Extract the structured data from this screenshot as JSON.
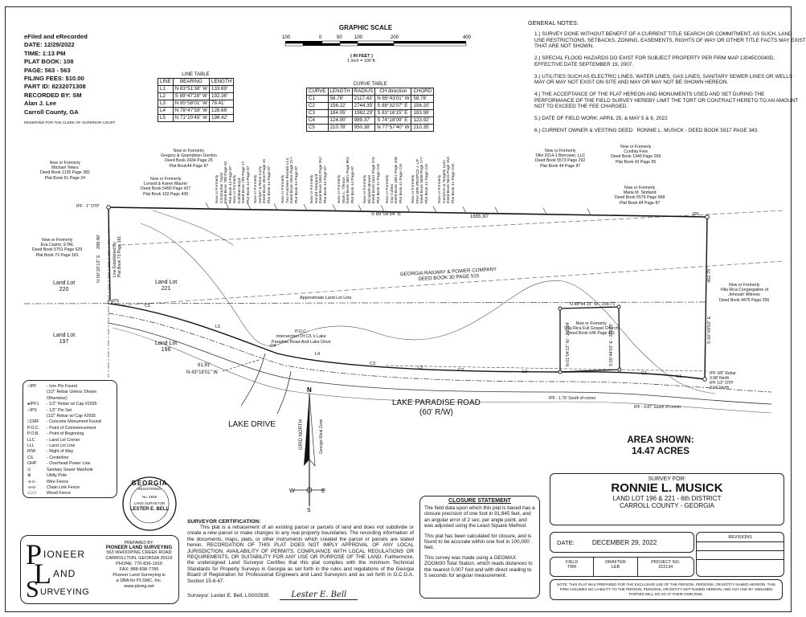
{
  "recording": {
    "lines": [
      "eFiled and eRecorded",
      "DATE: 12/29/2022",
      "TIME: 1:13 PM",
      "PLAT BOOK: 108",
      "PAGE: 563 - 563",
      "FILING FEES: $10.00",
      "PART ID: 8232071308",
      "RECORDED BY: SM",
      "Alan J. Lee",
      "Carroll County, GA"
    ],
    "reserved": "RESERVED FOR THE CLERK OF SUPERIOR COURT"
  },
  "graphic_scale": {
    "title": "GRAPHIC SCALE",
    "ticks": [
      "100",
      "0",
      "50",
      "100",
      "200",
      "400"
    ],
    "unit": "( IN FEET )",
    "ratio": "1 inch = 100 ft."
  },
  "line_table": {
    "title": "LINE TABLE",
    "headers": [
      "LINE",
      "BEARING",
      "LENGTH"
    ],
    "rows": [
      [
        "L1",
        "N 83°51'38\" W",
        "133.69'"
      ],
      [
        "L2",
        "S 89°47'28\" W",
        "192.36'"
      ],
      [
        "L3",
        "N 85°58'01\" W",
        "78.41'"
      ],
      [
        "L4",
        "N 78°47'59\" W",
        "128.66'"
      ],
      [
        "L5",
        "N 71°20'45\" W",
        "198.42'"
      ]
    ]
  },
  "curve_table": {
    "title": "CURVE TABLE",
    "headers": [
      "CURVE",
      "LENGTH",
      "RADIUS",
      "CH direction",
      "CHORD"
    ],
    "rows": [
      [
        "C1",
        "58.76'",
        "2117.43'",
        "N 85°43'01\" W",
        "58.76'"
      ],
      [
        "C2",
        "156.22'",
        "2744.35'",
        "S 88°32'07\" E",
        "156.20'"
      ],
      [
        "C3",
        "184.05'",
        "1982.29'",
        "S 83°16'15\" E",
        "183.98'"
      ],
      [
        "C4",
        "124.00'",
        "989.37'",
        "S 74°18'09\" E",
        "123.92'"
      ],
      [
        "C5",
        "210.78'",
        "950.38'",
        "N 77°57'40\" W",
        "210.35'"
      ]
    ]
  },
  "general_notes": {
    "title": "GENERAL NOTES:",
    "items": [
      "1.) SURVEY DONE WITHOUT BENEFIT OF A CURRENT TITLE SEARCH OR COMMITMENT. AS SUCH, LAND\nUSE RESTRICTIONS, SETBACKS, ZONING, EASEMENTS, RIGHTS OF WAY OR OTHER TITLE FACTS MAY EXIST\nTHAT ARE NOT SHOWN.",
      "2.) SPECIAL FLOOD HAZARDS DO EXIST FOR SUBJECT PROPERTY PER FIRM MAP 13045C0040D,\nEFFECTIVE DATE SEPTEMBER 19, 2007.",
      "3.) UTILITIES SUCH AS ELECTRIC LINES, WATER LINES, GAS LINES, SANITARY SEWER LINES OR WELLS\nMAY OR MAY NOT EXIST ON SITE AND MAY OR MAY NOT BE SHOWN HEREON.",
      "4.) THE ACCEPTANCE OF THE PLAT HEREON AND MONUMENTS USED AND SET DURING THE\nPERFORMANCE OF THE FIELD SURVEY HEREBY LIMIT THE TORT OR CONTRACT HERETO TO AN AMOUNT\nNOT TO EXCEED THE FEE CHARGED.",
      "5.) DATE OF FIELD WORK: APRIL 25, & MAY 5 & 6, 2022",
      "6.) CURRENT OWNER & VESTING DEED:  RONNIE L. MUSICK - DEED BOOK 5917 PAGE 343."
    ]
  },
  "owners": {
    "teters": "Now or Formerly\nMichael Teters\nDeed Book 1135 Page 382\nPlat Book 61 Page 24",
    "gordon": "Now or Formerly\nGregory & Gwendolyn Gordon\nDeed Book 2434 Page 25\nPlat Book44 Page 87",
    "maurer": "Now or Formerly\nLonard & Karen Maurer\nDeed Book 5490 Page 427\nPlat Book 102 Page 439",
    "castro": "Now or Formerly\nEva Castro, ETAL\nDeed Book 5751 Page 629\nPlat Book 73 Page 181",
    "tah": "Now or Formerly\nTAH 2014-1 Borrower, LLC\nDeed Book 5573 Page 292\nPlat Book 44 Page 87",
    "free": "Now or Formerly\nCynthia Free\nDeed Book 1940 Page 259\nPlat Book 43 Page 95",
    "stotland": "Now or Formerly\nMaria M. Stotland\nDeed Book 5576 Page 968\nPlat Book 44 Page 87",
    "jehovah": "Now or Formerly\nVilla Rica Congregation of\nJehovah Witness\nDeed Book 4475 Page 256",
    "church": "Now or Formerly\nVilla Rica Full Gospel Church\nDeed Book 646 Page 411",
    "rot": [
      "Now or Formerly\nChristopher Taylor\nDeed Book 788 Page 52\nPlat Book 44 Page 87",
      "Now or Formerly\nKathleen Boyd\nDeed Book 799 Page 17\nPlat Book 44 Page 87",
      "Now or Formerly\nHerbert & Rena Carty\nDeed Book 3540 Page 19\nPlat Book 44 Page 87",
      "Now or Formerly\nTwo Fourteen Rentals LLC\nDeed Book 2004 Page 217\nPlat Book 44 Page 87",
      "Now or Formerly\nHarold Sheppard\nDeed Book 5384 Page 252\nPlat Book 44 Page 87",
      "Now or Formerly\nMark L. Tillman\nDeed Book 3601 Page 853\nPlat Book 44 Page 87",
      "Now or Formerly\nElizabeth Bruner\nDeed Book 5341 Page 376\nPlat Book 41 Page 219",
      "Now or Formerly\nGuy Cobbs\nDeed Book 4961 Page 208\nPlat Book 41 Page 219",
      "Now or Formerly\nFKH SFR PROPCO J, LP\nDeed Book 5838 Page 177\nPlat Book 41 Page 219",
      "Now or Formerly\nCameron & Tangela Lynn\nDeed Book 5616 Page 153\nPlat Book 41 Page 219"
    ]
  },
  "map_labels": {
    "ll220": "Land Lot\n220",
    "ll221": "Land Lot\n221",
    "ll197": "Land Lot\n197",
    "ll196": "Land Lot\n196",
    "railway": "GEORGIA RAILWAY & POWER COMPANY\nDEED BOOK 30 PAGE 515",
    "approx_line": "Approximate Land Lot Line",
    "established": "Line Established By\nPlat Book 73 Page 181",
    "pob": "P.O.C.\nIntersection Of C/L's Lake\nParadise Road And Lake Drive",
    "lake_paradise": "LAKE PARADISE ROAD\n(60' R/W)",
    "lake_drive": "LAKE DRIVE",
    "top_bearing": "S 89°08'54\" E",
    "top_dist": "1655.30'",
    "left_bearing": "N 00°20'13\" E",
    "left_dist": "288.80'",
    "right_bearing": "S 00°49'03\" E",
    "right_dist": "462.75'",
    "church_top": "N 88°44'15\" W - 208.71'",
    "church_left": "N 01°04'13\" W - 205.04'",
    "church_right": "S 00°44'03\" E - 209.05'",
    "poc_dist": "61.91'",
    "poc_bearing": "N 43°18'01\" W",
    "ipf_top_left": "IPF - 1\" OTP",
    "ips": "IPS",
    "ipf": "IPF",
    "ipf_1": "IPF - 1.76' South of corner",
    "ipf_2": "IPF - 0.87' South of corner",
    "rebar": "IPF 3/8\" Rebar\n3.98' North\nIPF 1/2\" OTP\n3.64' North",
    "grid_north": "GRID NORTH",
    "ga_west": "Georgia West Zone"
  },
  "area": {
    "label": "AREA SHOWN:",
    "value": "14.47 ACRES"
  },
  "legend": [
    [
      "○IPF",
      "- Iron Pin Found"
    ],
    [
      "",
      "(1/2\" Rebar Unless Shown Otherwise)"
    ],
    [
      "●IPF1",
      "- 1/2\" Rebar w/ Cap #2935"
    ],
    [
      "○IPS",
      "- 1/2\" Pin Set"
    ],
    [
      "",
      "(1/2\" Rebar w/ Cap #2935"
    ],
    [
      "□CMF",
      "- Concrete Monument Found"
    ],
    [
      "P.O.C.",
      "- Point of Commencement"
    ],
    [
      "P.O.B.",
      "- Point of Beginning"
    ],
    [
      "LLC",
      "- Land Lot Corner"
    ],
    [
      "LLL",
      "- Land Lot Line"
    ],
    [
      "R/W",
      "- Right of Way"
    ],
    [
      "C/L",
      "- Centerline"
    ],
    [
      "OHP",
      "- Overhead Power Line"
    ],
    [
      "⊙",
      "Sanitary Sewer Manhole"
    ],
    [
      "⊗",
      "Utility Pole"
    ],
    [
      "-x-x-",
      "Wire Fence"
    ],
    [
      "-o-o-",
      "Chain Link Fence"
    ],
    [
      "-□-□-",
      "Wood Fence"
    ]
  ],
  "seal": {
    "top": "GEORGIA",
    "reg": "REGISTERED",
    "num": "No. 2935",
    "land": "LAND SURVEYOR",
    "name": "LESTER E. BELL"
  },
  "logo": {
    "letters": [
      "P",
      "L",
      "S"
    ],
    "words": [
      "IONEER",
      "AND",
      "URVEYING"
    ]
  },
  "company": {
    "prepared": "PREPARED BY:",
    "name": "PIONEER LAND SURVEYING",
    "lines": [
      "563 WHOOPING CREEK ROAD",
      "CARROLLTON, GEORGIA 30116",
      "PHONE: 770-836-1919",
      "FAX: 888-838-7789",
      "Pioneer Land Surveying is",
      "a DBA for PLSMC, Inc.",
      "www.plsmg.net"
    ]
  },
  "certification": {
    "title": "SURVEYOR CERTIFICATION:",
    "text": "This plat is a retracement of an existing parcel or parcels of land and does not subdivide or create a new parcel or make changes to any real property boundaries. The recording information of the documents, maps, plats, or other instruments which created the parcel or parcels are stated herein. RECORDATION OF THIS PLAT DOES NOT IMPLY APPROVAL OF ANY LOCAL JURISDICTION, AVAILABILITY OF PERMITS, COMPLIANCE WITH LOCAL REGULATIONS OR REQUIREMENTS, OR SUITABILITY FOR ANY USE OR PURPOSE OF THE LAND. Furthermore, the undersigned Land Surveyor Certifies that this plat complies with the minimum Technical Standards for Property Surveys in Georgia as set forth in the rules and regulations of the Georgia Board of Registration for Professional Engineers and Land Surveyors and as set forth in O.C.G.A. Section 15-6-67.",
    "surveyor": "Surveyor: Lester E. Bell, LS002935",
    "signature": "Lester E. Bell"
  },
  "closure": {
    "title": "CLOSURE STATEMENT",
    "p1": "The field data upon which this plat is based has a closure precision of one foot in 91,845 feet, and an angular error of 2 sec. per angle point, and was adjusted using the Least Square Method.",
    "p2": "This plat has been calculated for closure, and is found to be accurate within one foot in 100,000 feet.",
    "p3": "This survey was made using a GEOMAX ZOOM30 Total Station, which reads distances to the nearest 0.007 foot and with direct reading to 5 seconds for angular measurement."
  },
  "title_block": {
    "survey_for": "SURVEY FOR:",
    "owner": "RONNIE L. MUSICK",
    "lot": "LAND LOT 196 & 221 - 6th DISTRICT",
    "county": "CARROLL COUNTY - GEORGIA",
    "date_label": "DATE:",
    "date": "DECEMBER 29, 2022",
    "revisions": "REVISIONS",
    "field_label": "FIELD",
    "field": "TRR",
    "drafter_label": "DRAFTER",
    "drafter": "LEB",
    "project_label": "PROJECT NO.",
    "project": "222134",
    "note": "NOTE: THIS PLAT WAS PREPARED FOR THE EXCLUSIVE USE OF THE PERSON, PERSONS, OR ENTITY NAMED HEREON. THIS FIRM ASSUMES NO LIABILITY TO THE PERSON, PERSONS, OR ENTITY NOT NAMED HEREON, AND ANY USE BY UNNAMED PARTIES WILL DO SO AT THEIR OWN RISK."
  }
}
